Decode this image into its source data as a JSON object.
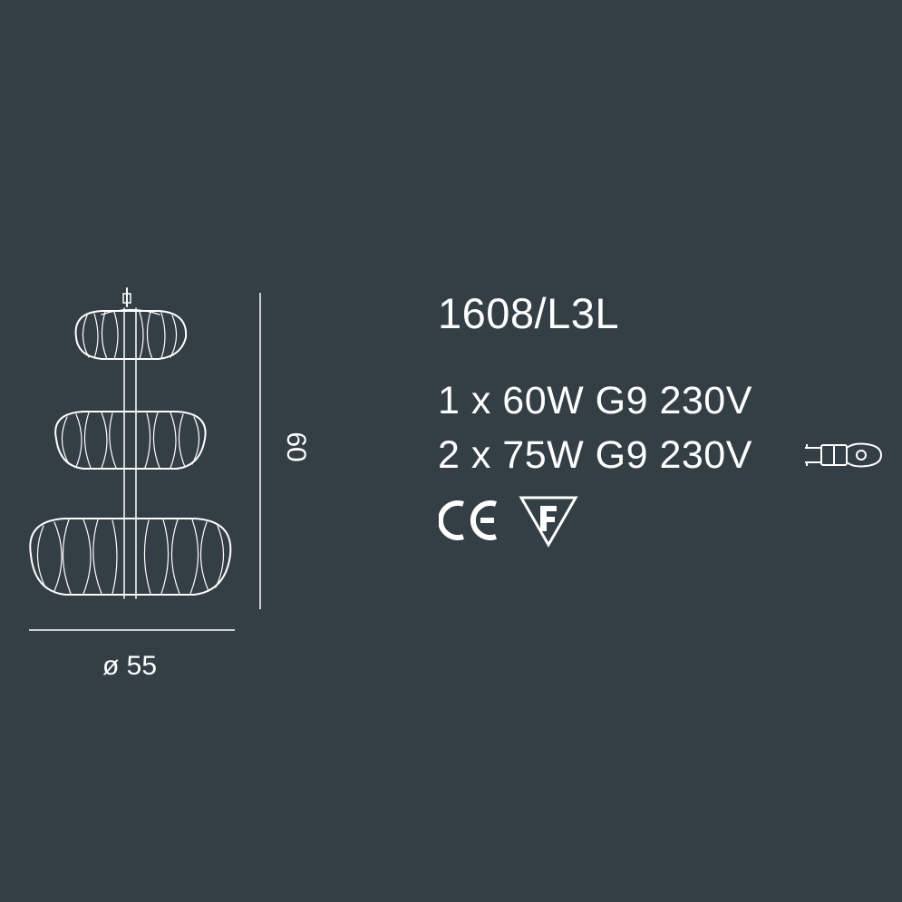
{
  "product": {
    "model": "1608/L3L",
    "specs": [
      "1 x 60W G9 230V",
      "2 x 75W G9 230V"
    ]
  },
  "dimensions": {
    "height": "60",
    "diameter": "ø 55"
  },
  "icons": {
    "bulb": "g9-bulb-icon",
    "ce": "ce-mark-icon",
    "f": "f-mark-icon"
  },
  "colors": {
    "background": "#343e45",
    "foreground": "#ffffff"
  }
}
